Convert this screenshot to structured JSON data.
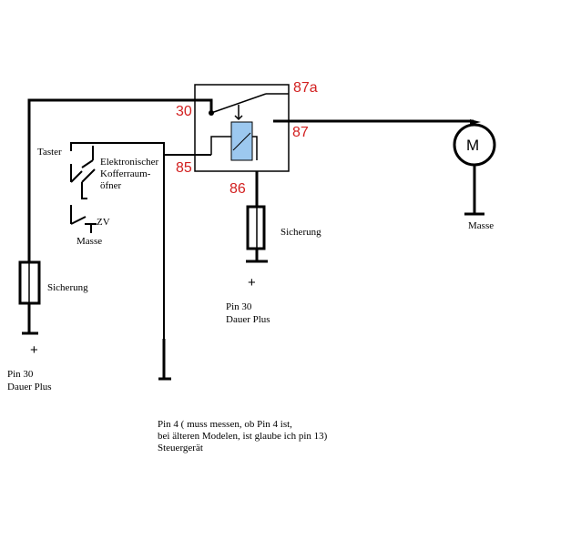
{
  "relay_pins": {
    "p30": "30",
    "p87a": "87a",
    "p87": "87",
    "p85": "85",
    "p86": "86"
  },
  "labels": {
    "taster": "Taster",
    "opener_line1": "Elektronischer",
    "opener_line2": "Kofferraum-",
    "opener_line3": "öfner",
    "zv": "ZV",
    "masse_left": "Masse",
    "sicherung_left": "Sicherung",
    "sicherung_mid": "Sicherung",
    "plus_left": "+",
    "plus_mid": "+",
    "pin30_left_line1": "Pin 30",
    "pin30_left_line2": "Dauer Plus",
    "pin30_mid_line1": "Pin 30",
    "pin30_mid_line2": "Dauer Plus",
    "motor": "M",
    "masse_motor": "Masse",
    "pin4_line1": "Pin 4 ( muss messen, ob Pin 4 ist,",
    "pin4_line2": "bei älteren Modelen, ist glaube ich pin 13)",
    "pin4_line3": "Steuergerät"
  },
  "colors": {
    "wire": "#000000",
    "pin_label": "#d21f1f",
    "relay_coil": "#9cc8ef"
  }
}
